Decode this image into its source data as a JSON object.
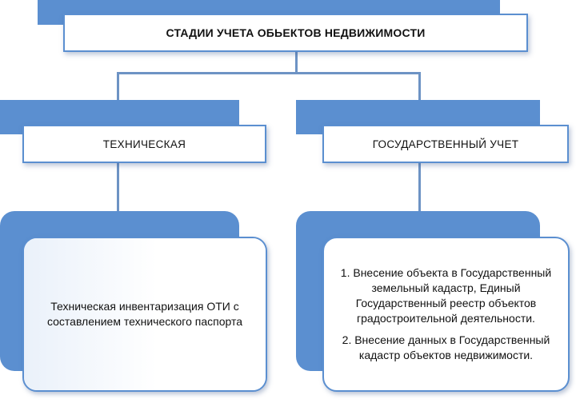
{
  "root": {
    "title": "СТАДИИ УЧЕТА ОБЬЕКТОВ НЕДВИЖИМОСТИ"
  },
  "stages": [
    {
      "title": "ТЕХНИЧЕСКАЯ",
      "detail": [
        "Техническая инвентаризация ОТИ с составлением технического паспорта"
      ]
    },
    {
      "title": "ГОСУДАРСТВЕННЫЙ УЧЕТ",
      "detail": [
        "1. Внесение объекта в Государственный земельный кадастр, Единый Государственный реестр объектов градостроительной деятельности.",
        "2. Внесение данных в Государственный кадастр объектов недвижимости."
      ]
    }
  ],
  "colors": {
    "accent": "#5b8fd0",
    "connector": "#6d93c4",
    "card": "#ffffff"
  }
}
